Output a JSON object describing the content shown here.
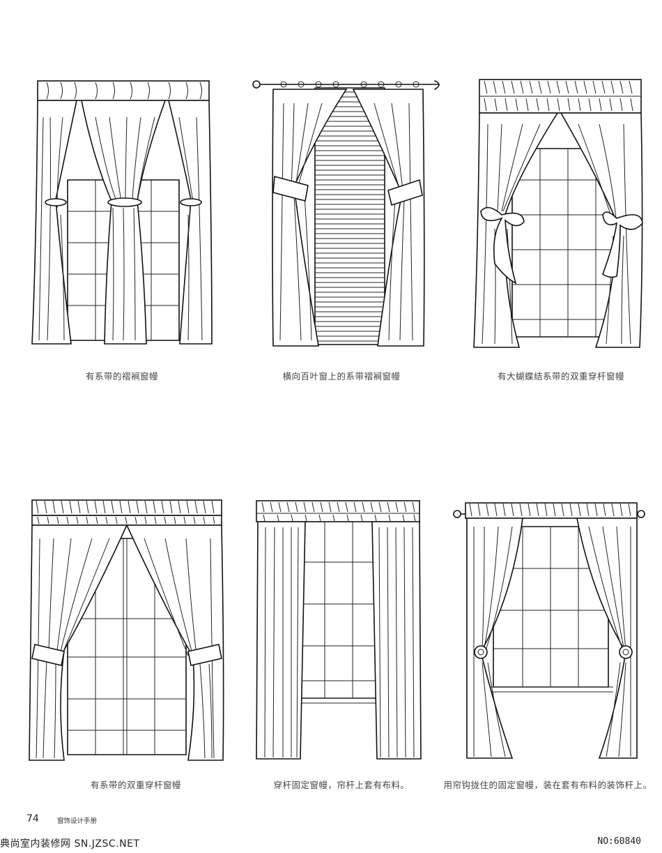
{
  "captions": [
    "有系带的褶裥窗幔",
    "横向百叶窗上的系带褶裥窗幔",
    "有大蝴蝶结系带的双重穿杆窗幔",
    "有系带的双重穿杆窗幔",
    "穿杆固定窗幔，帘杆上套有布料。",
    "用帘钩拢住的固定窗幔，装在套有布料的装饰杆上。"
  ],
  "footer": {
    "page_number": "74",
    "book_title": "窗饰设计手册",
    "watermark": "典尚室内装修网 SN.JZSC.NET",
    "image_no": "NO:60840"
  }
}
